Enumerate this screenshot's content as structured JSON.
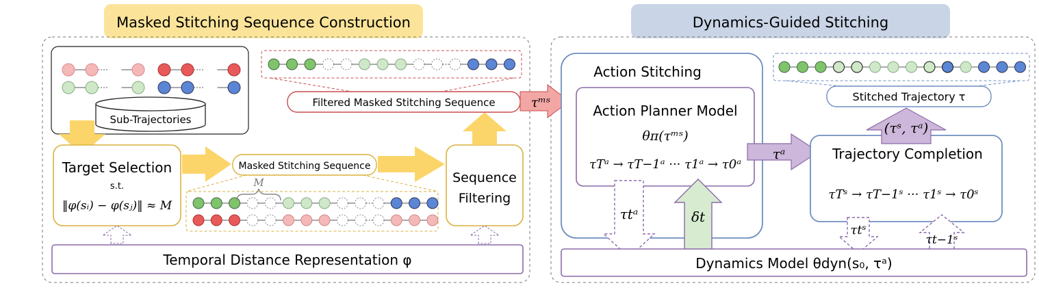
{
  "left_section": {
    "title": "Masked Stitching Sequence Construction",
    "subtraj_label": "Sub-Trajectories",
    "target_selection": {
      "title": "Target Selection",
      "st": "s.t.",
      "formula": "‖φ(sᵢ) − φ(sⱼ)‖ ≈ M"
    },
    "masked_seq_label": "Masked Stitching Sequence",
    "gap_label": "M",
    "filtering_label": "Sequence Filtering",
    "filtered_label": "Filtered Masked Stitching Sequence",
    "temporal_label": "Temporal Distance Representation φ"
  },
  "connector_label": "τᵐˢ",
  "right_section": {
    "title": "Dynamics-Guided Stitching",
    "action_stitching_title": "Action Stitching",
    "planner_title": "Action Planner Model",
    "planner_formula": "θπ(τᵐˢ)",
    "planner_chain": "τTᵃ → τT−1ᵃ ··· τ1ᵃ → τ0ᵃ",
    "tau_a_arrow": "τᵃ",
    "stitched_label": "Stitched Trajectory τ",
    "pair_label": "(τˢ, τᵃ)",
    "completion_title": "Trajectory Completion",
    "completion_chain": "τTˢ → τT−1ˢ ··· τ1ˢ → τ0ˢ",
    "tau_t_a": "τtᵃ",
    "delta_t": "δt",
    "tau_t_s": "τtˢ",
    "tau_t1_s": "τt−1ˢ",
    "dynamics_label": "Dynamics Model θdyn(s₀, τᵃ)"
  },
  "colors": {
    "title_left_bg": "#fbe49a",
    "title_right_bg": "#c9d5e6",
    "yellow_arrow": "#fcd56a",
    "yellow_border": "#d8b13c",
    "purple": "#8b6aa8",
    "purple_fill": "#cdb7da",
    "blue_border": "#6f8fc0",
    "red_arrow": "#f2a7a5",
    "red_border": "#c94b4b",
    "green_fill": "#d6ebd0",
    "node_green": "#7fc46b",
    "node_blue": "#5b86d6",
    "node_red": "#e8595a"
  }
}
